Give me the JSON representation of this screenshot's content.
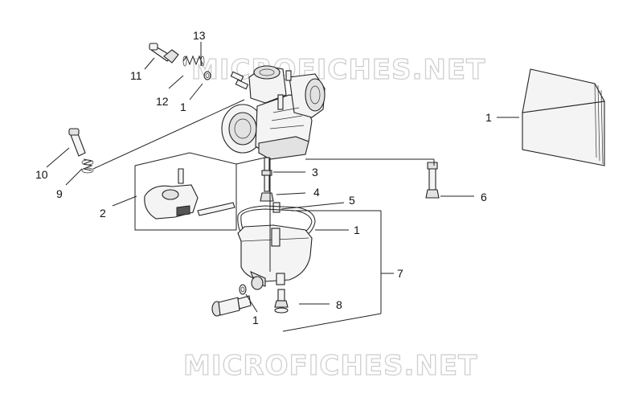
{
  "watermark_top": "MICROFICHES.NET",
  "watermark_bottom": "MICROFICHES.NET",
  "callouts": {
    "c13": "13",
    "c11": "11",
    "c12": "12",
    "c1a": "1",
    "c10": "10",
    "c9": "9",
    "c2": "2",
    "c3": "3",
    "c4": "4",
    "c5": "5",
    "c6": "6",
    "c1b": "1",
    "c7": "7",
    "c8": "8",
    "c1c": "1",
    "c1d": "1"
  }
}
